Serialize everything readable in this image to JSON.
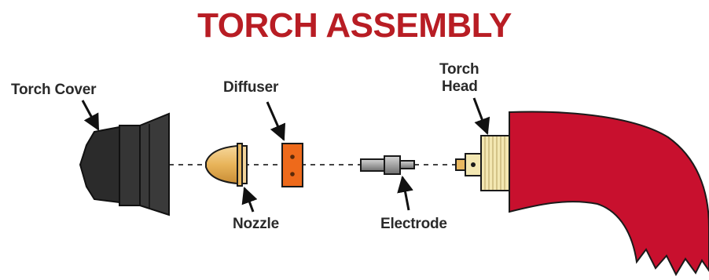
{
  "title": "TORCH ASSEMBLY",
  "labels": {
    "torch_cover": "Torch Cover",
    "diffuser": "Diffuser",
    "torch_head_line1": "Torch",
    "torch_head_line2": "Head",
    "nozzle": "Nozzle",
    "electrode": "Electrode"
  },
  "colors": {
    "title": "#b81d24",
    "torch_body": "#c8102e",
    "cover": "#2b2b2b",
    "nozzle": "#e9b860",
    "diffuser": "#ee6a1b",
    "electrode": "#9a9a9a",
    "torch_head": "#f3e7b2"
  }
}
